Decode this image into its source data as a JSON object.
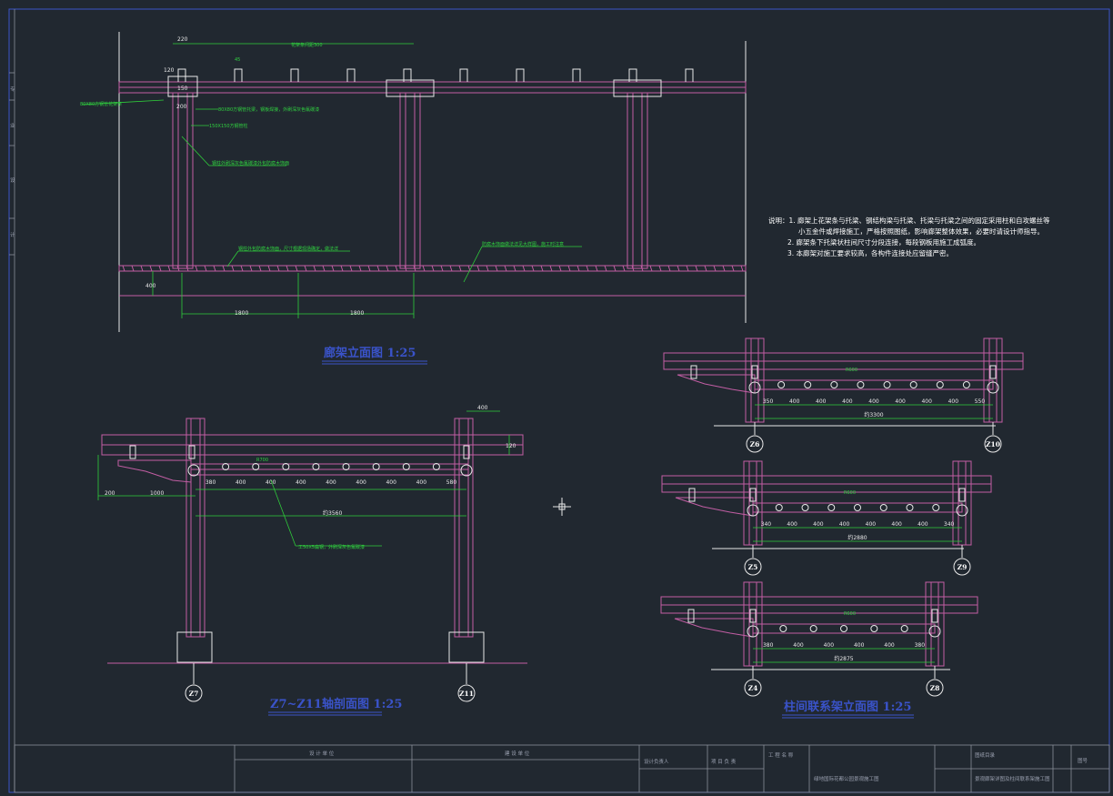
{
  "drawing": {
    "titles": {
      "elevation": "廊架立面图  1:25",
      "section": "Z7~Z11轴剖面图  1:25",
      "tie_elevation": "柱间联系架立面图  1:25"
    },
    "notes": [
      "说明：1. 廊架上花架条与托梁、钢结构梁与托梁、托梁与托梁之间的固定采用柱和自攻螺丝等",
      "小五金件或焊接施工，严格按照图纸，影响廊架整体效果，必要时请设计师指导。",
      "2. 廊架条下托梁状柱间尺寸分段连接，每段钢板用施工成弧度。",
      "3. 本廊架对施工要求较高，各构件连接处应留缝严密。"
    ],
    "elevation_dims": {
      "top_dim": "220",
      "span_label": "花架条间距300",
      "sub_150": "150",
      "sub_120": "120",
      "sub_200": "200",
      "h_400": "400",
      "bay1": "1800",
      "bay2": "1800",
      "small": "45"
    },
    "elevation_annotations": [
      "80X80方钢管花架条",
      "80X80方钢管托梁，钢板焊接，外刷深灰色氟碳漆",
      "150X150方钢管柱",
      "钢柱外刷深灰色氟碳漆外包防腐木饰面",
      "钢柱外包防腐木饰面，尺寸根据现场确定，做法详",
      "防腐木饰面做法详见大样图，施工时注意"
    ],
    "section_dims": {
      "top": "400",
      "side": "120",
      "d_200": "200",
      "d_1000": "1000",
      "diag": "R700",
      "spacings": [
        "380",
        "400",
        "400",
        "400",
        "400",
        "400",
        "400",
        "400",
        "580"
      ],
      "total": "约3560",
      "leader": "工50X5扁钢，外刷深灰色氟碳漆"
    },
    "tie1": {
      "diag": "R600",
      "spacings": [
        "350",
        "400",
        "400",
        "400",
        "400",
        "400",
        "400",
        "400",
        "550"
      ],
      "total": "约3300",
      "axes": [
        "Z6",
        "Z10"
      ]
    },
    "tie2": {
      "diag": "R600",
      "spacings": [
        "340",
        "400",
        "400",
        "400",
        "400",
        "400",
        "400",
        "340"
      ],
      "total": "约2880",
      "axes": [
        "Z5",
        "Z9"
      ]
    },
    "tie3": {
      "diag": "R600",
      "spacings": [
        "380",
        "400",
        "400",
        "400",
        "400",
        "380"
      ],
      "total": "约2875",
      "axes": [
        "Z4",
        "Z8"
      ]
    },
    "section_axes": [
      "Z7",
      "Z11"
    ],
    "left_strip": [
      "专",
      "业",
      "设",
      "计"
    ],
    "title_block": {
      "col1": "设 计 单 位",
      "col2": "建 设 单 位",
      "c3": "设计负责人",
      "c4": "项 目 负 责",
      "c5": "工 程 名 称",
      "c6": "图纸目录",
      "project": "绿地国际花都公园景观施工图",
      "drawing_name": "景观廊架详图及柱间联系架施工图",
      "sheet": "图号"
    },
    "colors": {
      "background": "#212830",
      "structure": "#c25ea4",
      "dimension": "#e8e8e8",
      "annotation": "#2fcf3a",
      "title": "#3a53c9"
    }
  }
}
